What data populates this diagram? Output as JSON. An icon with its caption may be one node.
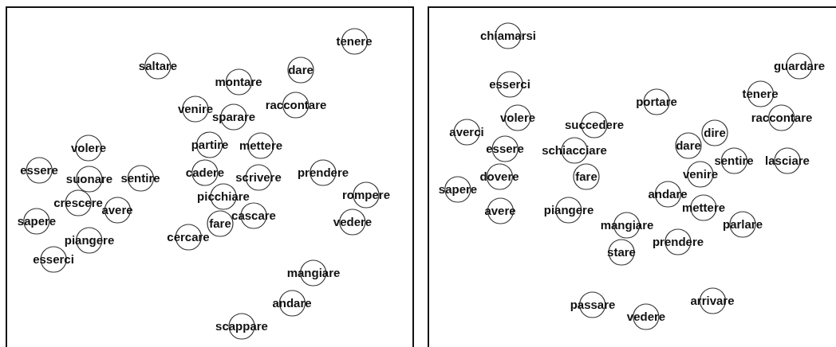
{
  "diagram": {
    "nodes": [
      {
        "text": [
          "tenere"
        ]
      },
      {
        "text": [
          "saltare"
        ]
      },
      {
        "text": [
          "dare"
        ]
      },
      {
        "text": [
          "montare"
        ]
      },
      {
        "text": [
          "raccontare"
        ]
      },
      {
        "text": [
          "venire"
        ]
      },
      {
        "text": [
          "sparare"
        ]
      },
      {
        "text": [
          "partire"
        ]
      },
      {
        "text": [
          "mettere"
        ]
      },
      {
        "text": [
          "volere"
        ]
      },
      {
        "text": [
          "essere"
        ]
      },
      {
        "text": [
          "suonare"
        ]
      },
      {
        "text": [
          "sentire"
        ]
      },
      {
        "text": [
          "cadere"
        ]
      },
      {
        "text": [
          "scrivere"
        ]
      },
      {
        "text": [
          "prendere"
        ]
      },
      {
        "text": [
          "rompere"
        ]
      },
      {
        "text": [
          "crescere"
        ]
      },
      {
        "text": [
          "avere"
        ]
      },
      {
        "text": [
          "picchiare"
        ]
      },
      {
        "text": [
          "fare"
        ]
      },
      {
        "text": [
          "cascare"
        ]
      },
      {
        "text": [
          "sapere"
        ]
      },
      {
        "text": [
          "vedere"
        ]
      },
      {
        "text": [
          "piangere"
        ]
      },
      {
        "text": [
          "cercare"
        ]
      },
      {
        "text": [
          "esserci"
        ]
      },
      {
        "text": [
          "mangiare"
        ]
      },
      {
        "text": [
          "andare"
        ]
      },
      {
        "text": [
          "scappare"
        ]
      },
      {
        "text": [
          "chiamarsi"
        ]
      },
      {
        "text": [
          "guardare"
        ]
      },
      {
        "text": [
          "esserci"
        ]
      },
      {
        "text": [
          "tenere"
        ]
      },
      {
        "text": [
          "portare"
        ]
      },
      {
        "text": [
          "volere"
        ]
      },
      {
        "text": [
          "raccontare"
        ]
      },
      {
        "text": [
          "averci"
        ]
      },
      {
        "text": [
          "succedere"
        ]
      },
      {
        "text": [
          "dire"
        ]
      },
      {
        "text": [
          "essere"
        ]
      },
      {
        "text": [
          "schiacciare"
        ]
      },
      {
        "text": [
          "dare"
        ]
      },
      {
        "text": [
          "sentire"
        ]
      },
      {
        "text": [
          "lasciare"
        ]
      },
      {
        "text": [
          "dovere"
        ]
      },
      {
        "text": [
          "fare"
        ]
      },
      {
        "text": [
          "venire"
        ]
      },
      {
        "text": [
          "sapere"
        ]
      },
      {
        "text": [
          "andare"
        ]
      },
      {
        "text": [
          "mettere"
        ]
      },
      {
        "text": [
          "avere"
        ]
      },
      {
        "text": [
          "piangere"
        ]
      },
      {
        "text": [
          "parlare"
        ]
      },
      {
        "text": [
          "mangiare"
        ]
      },
      {
        "text": [
          "prendere"
        ]
      },
      {
        "text": [
          "stare"
        ]
      },
      {
        "text": [
          "passare"
        ]
      },
      {
        "text": [
          "arrivare"
        ]
      },
      {
        "text": [
          "vedere"
        ]
      }
    ]
  }
}
